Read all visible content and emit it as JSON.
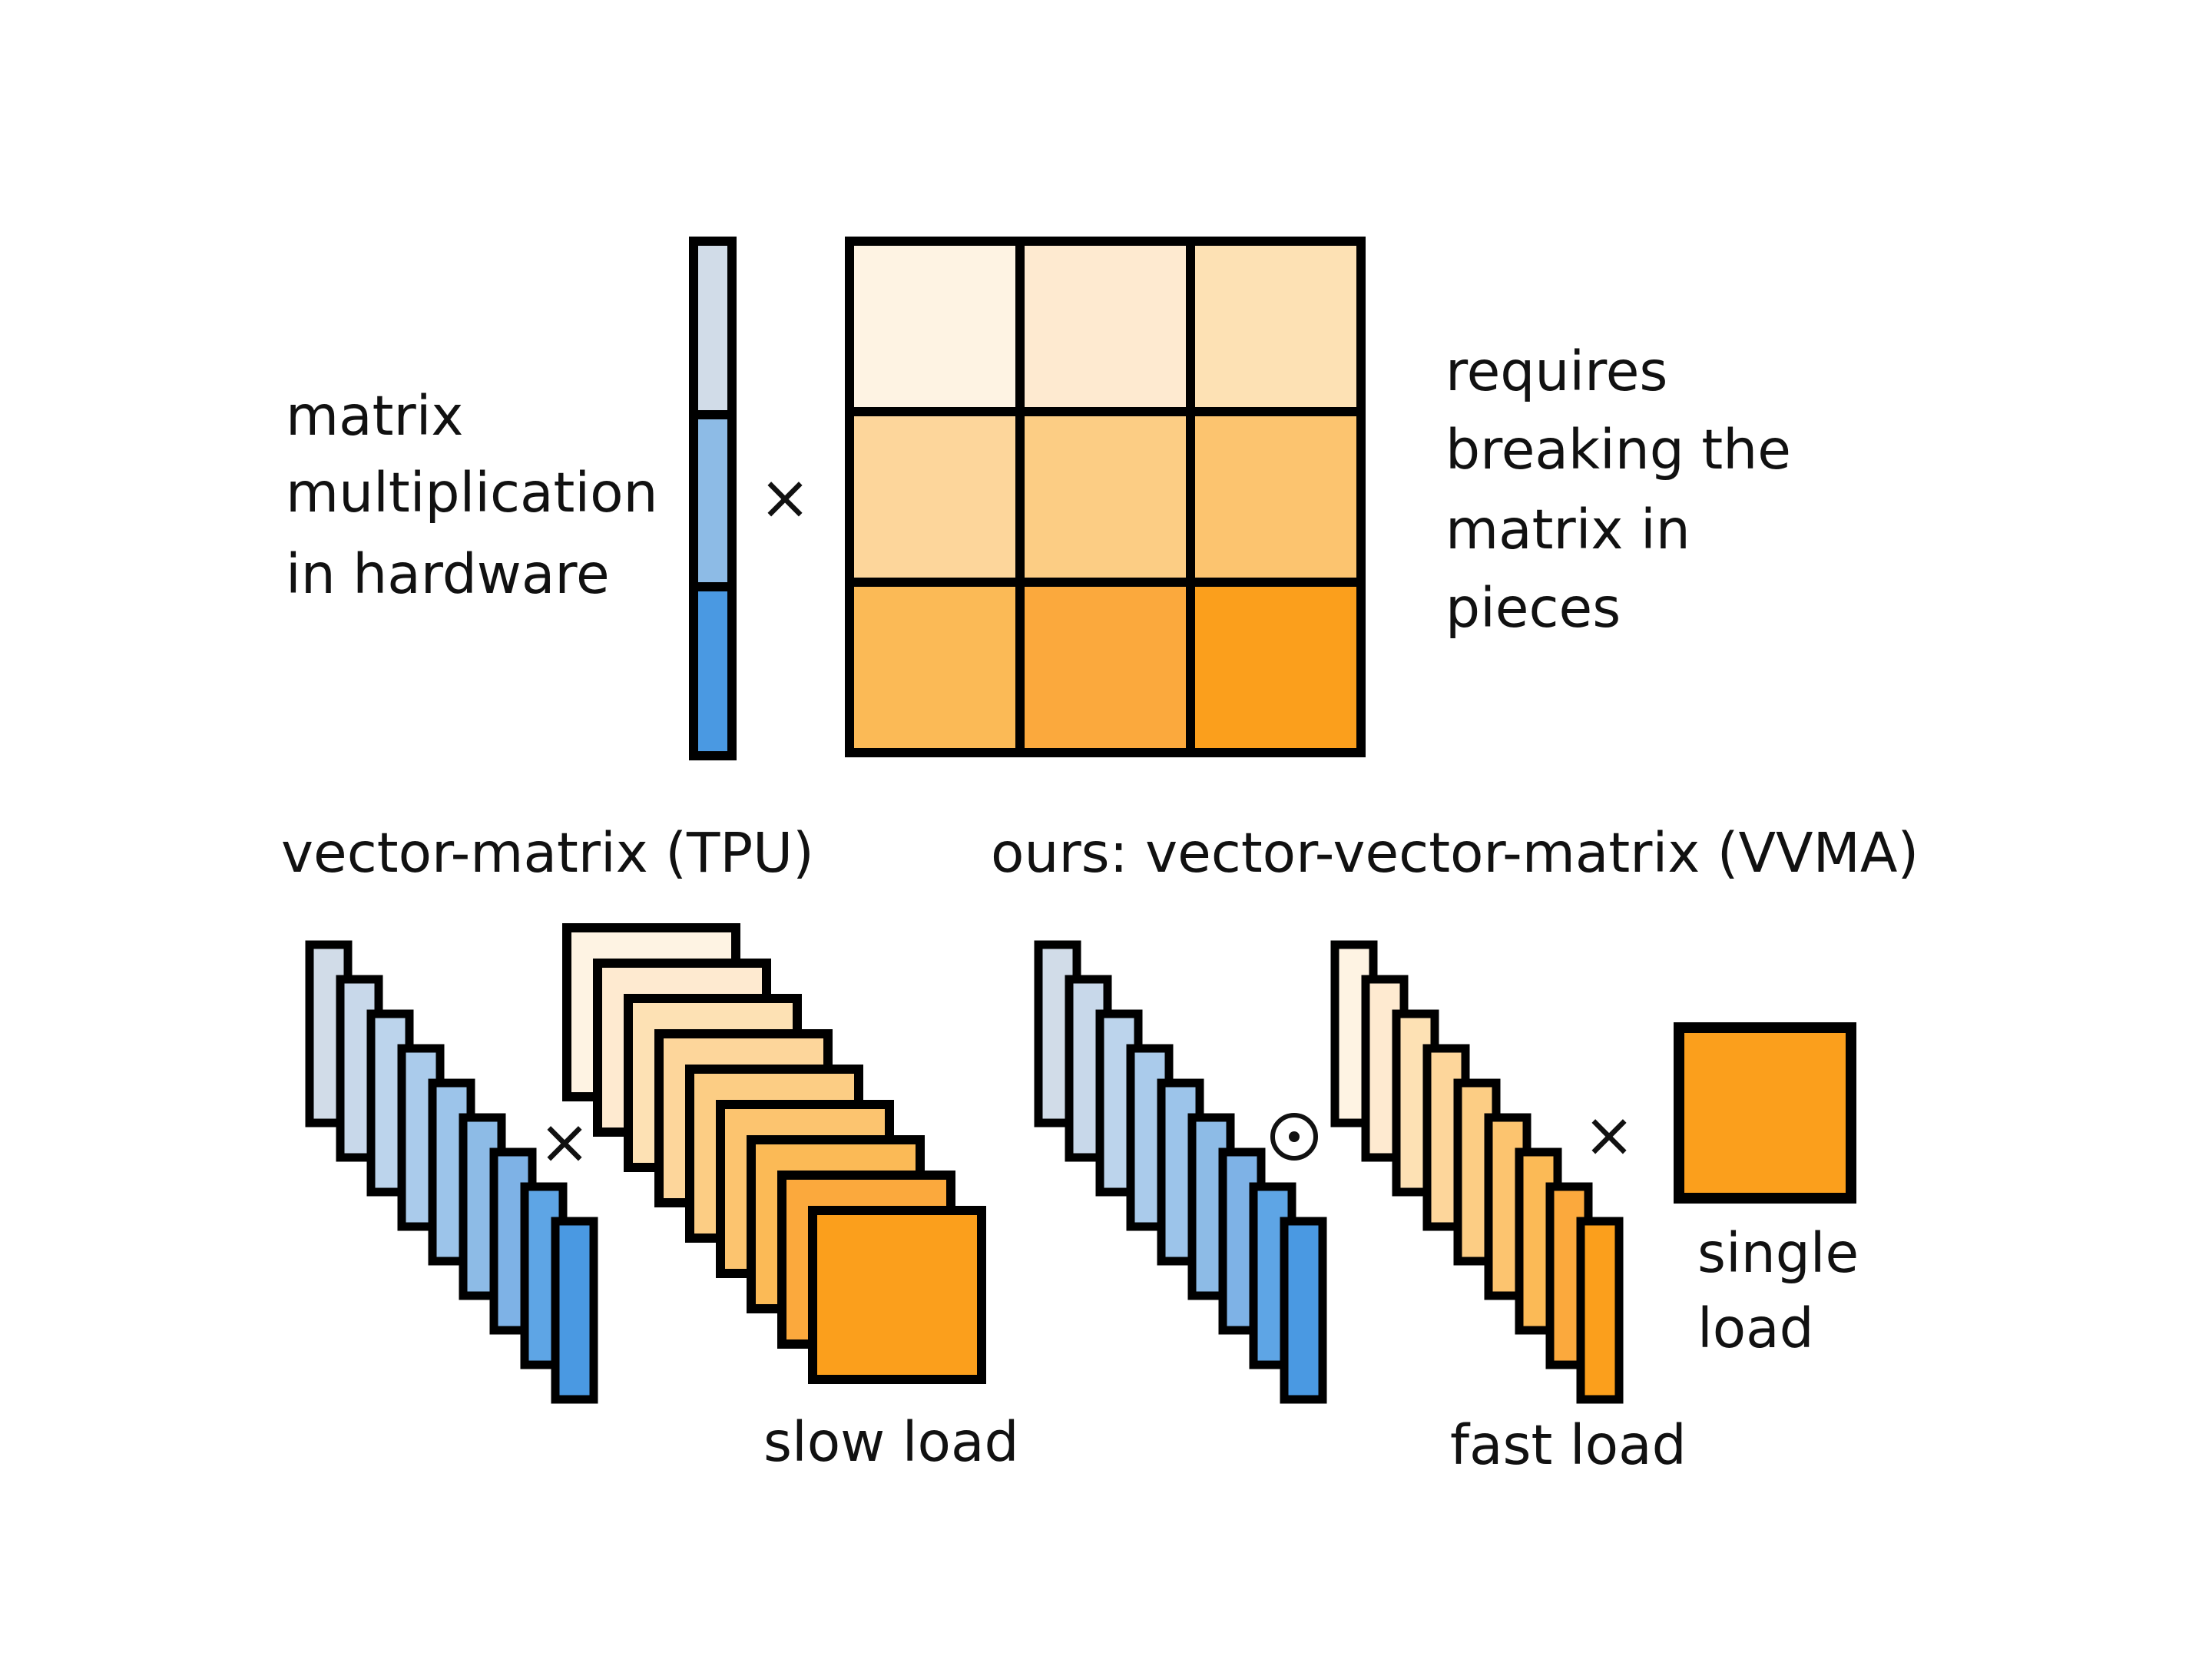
{
  "top": {
    "left_label_lines": [
      "matrix",
      "multiplication",
      "in hardware"
    ],
    "right_label_lines": [
      "requires",
      "breaking the",
      "matrix in",
      "pieces"
    ],
    "operator": "×",
    "vector_colors": [
      "#d1dce8",
      "#8dbbe6",
      "#4a99e2"
    ],
    "matrix_colors": [
      [
        "#fef3e3",
        "#feead0",
        "#fde1b4"
      ],
      [
        "#fdd69b",
        "#fccd84",
        "#fcc46f"
      ],
      [
        "#fbba56",
        "#fba93d",
        "#fb9f1c"
      ]
    ]
  },
  "tpu": {
    "title": "vector-matrix (TPU)",
    "operator": "×",
    "caption": "slow load",
    "vector_colors": [
      "#d1dce8",
      "#c8d8ea",
      "#bcd4ec",
      "#aacbeb",
      "#9cc4ea",
      "#8dbbe6",
      "#7eb2e6",
      "#5ea5e5",
      "#4a99e2"
    ],
    "matrix_colors": [
      "#fef3e3",
      "#feead0",
      "#fde1b4",
      "#fdd69b",
      "#fccd84",
      "#fcc46f",
      "#fbba56",
      "#fba93d",
      "#fb9f1c"
    ]
  },
  "vvma": {
    "title": "ours: vector-vector-matrix (VVMA)",
    "operator_hadamard": "⊙",
    "operator_times": "×",
    "caption_fast": "fast load",
    "caption_single_lines": [
      "single",
      "load"
    ],
    "vector_colors": [
      "#d1dce8",
      "#c8d8ea",
      "#bcd4ec",
      "#aacbeb",
      "#9cc4ea",
      "#8dbbe6",
      "#7eb2e6",
      "#5ea5e5",
      "#4a99e2"
    ],
    "strip_colors": [
      "#fef3e3",
      "#feead0",
      "#fde1b4",
      "#fdd69b",
      "#fccd84",
      "#fcc46f",
      "#fbba56",
      "#fba93d",
      "#fb9f1c"
    ],
    "single_matrix_color": "#fb9f1c"
  }
}
